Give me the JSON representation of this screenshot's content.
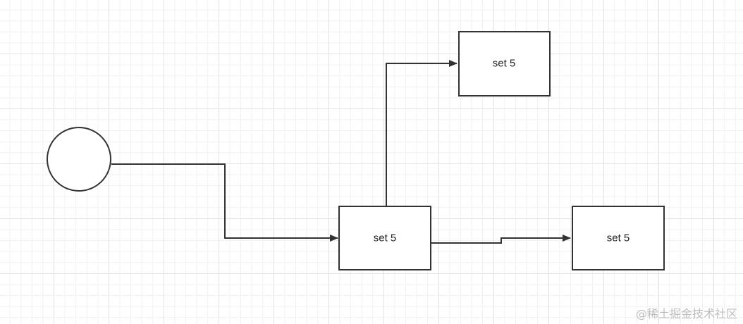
{
  "nodes": {
    "start": {
      "shape": "circle",
      "label": ""
    },
    "middle": {
      "shape": "rect",
      "label": "set 5"
    },
    "top": {
      "shape": "rect",
      "label": "set 5"
    },
    "right": {
      "shape": "rect",
      "label": "set 5"
    }
  },
  "edges": [
    {
      "from": "start",
      "to": "middle"
    },
    {
      "from": "middle",
      "to": "top"
    },
    {
      "from": "middle",
      "to": "right"
    }
  ],
  "watermark": "@稀土掘金技术社区",
  "colors": {
    "stroke": "#333333",
    "grid": "#e3e3e3",
    "background": "#ffffff",
    "watermark": "#bdbdbd"
  }
}
